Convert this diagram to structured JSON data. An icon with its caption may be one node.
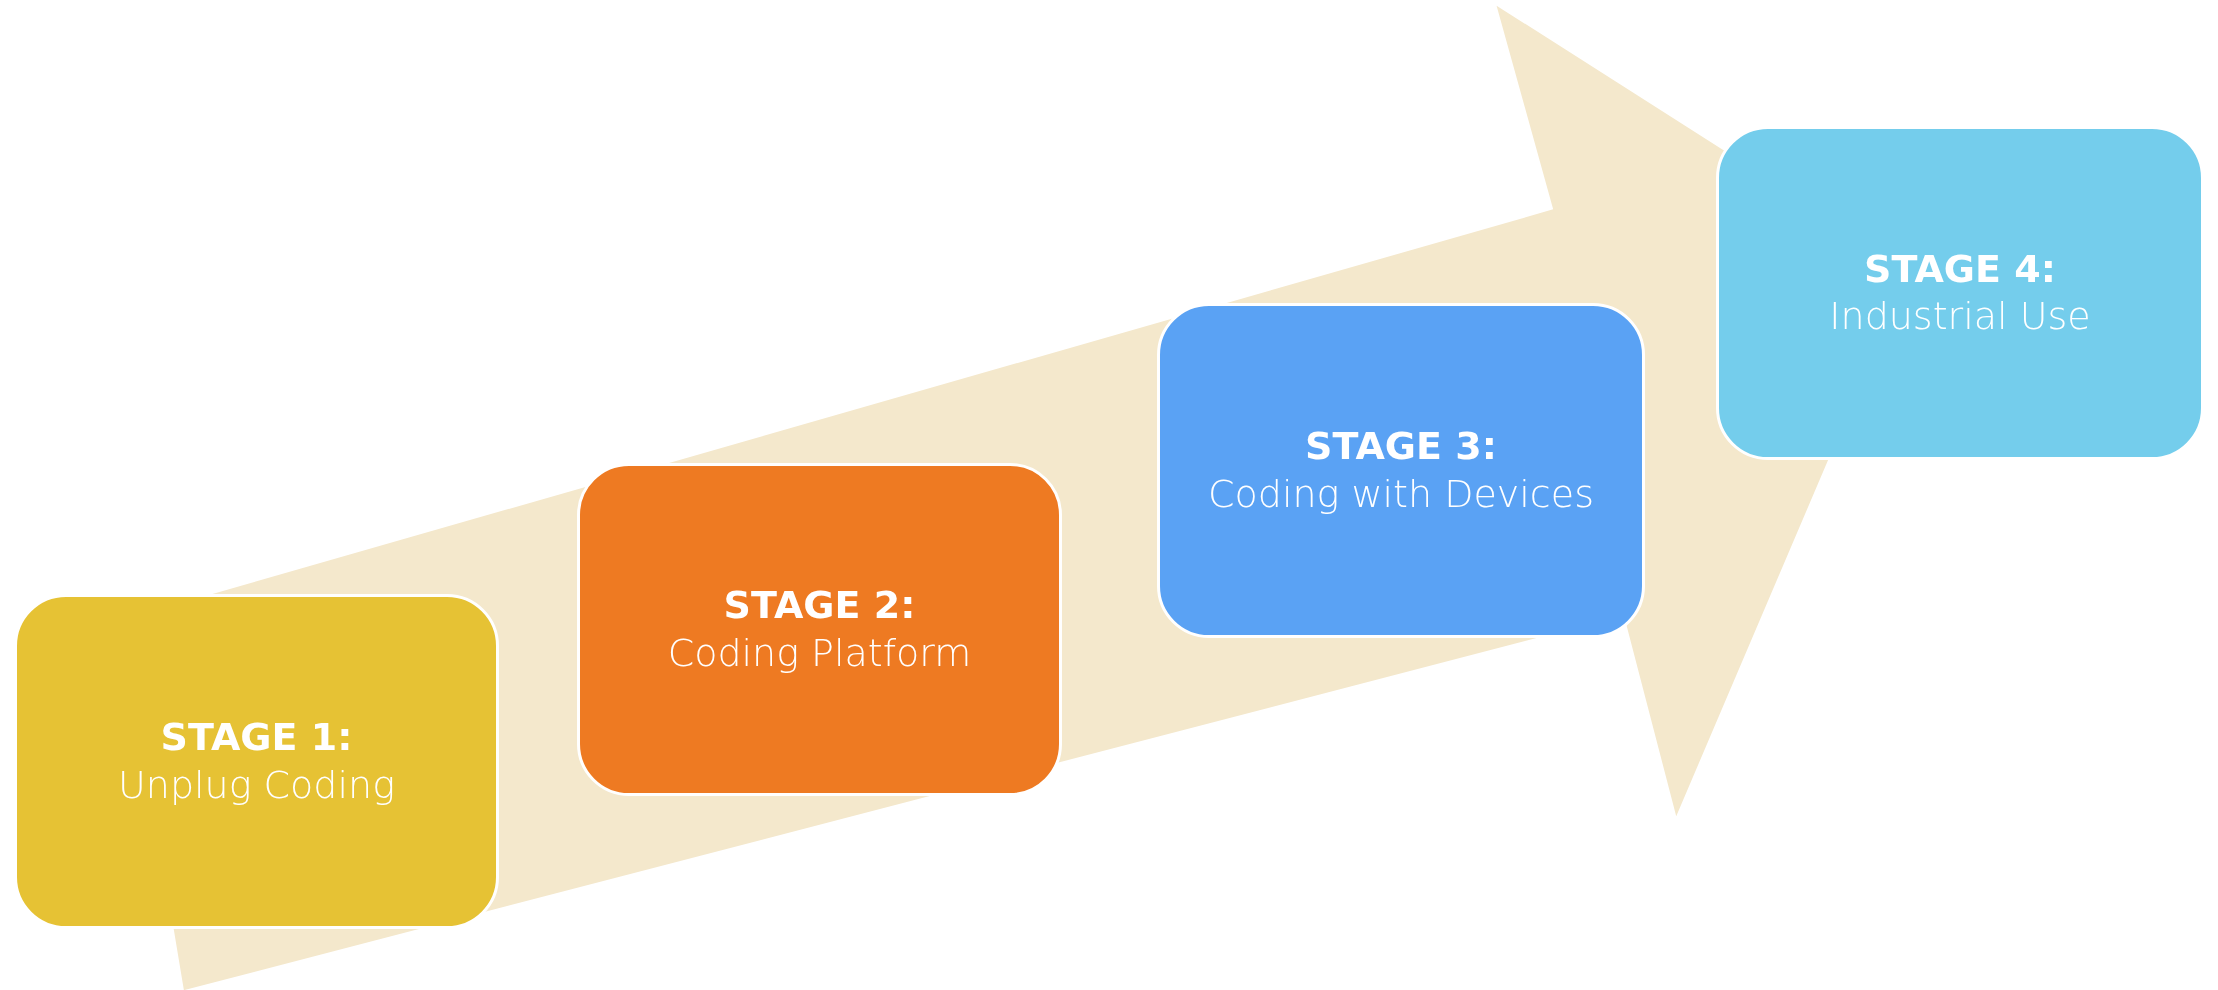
{
  "diagram": {
    "nodes": [
      {
        "text": [
          "STAGE 1:",
          "Unplug Coding"
        ]
      },
      {
        "text": [
          "STAGE 2:",
          "Coding Platform"
        ]
      },
      {
        "text": [
          "STAGE 3:",
          "Coding with Devices"
        ]
      },
      {
        "text": [
          "STAGE 4:",
          "Industrial Use"
        ]
      }
    ]
  }
}
